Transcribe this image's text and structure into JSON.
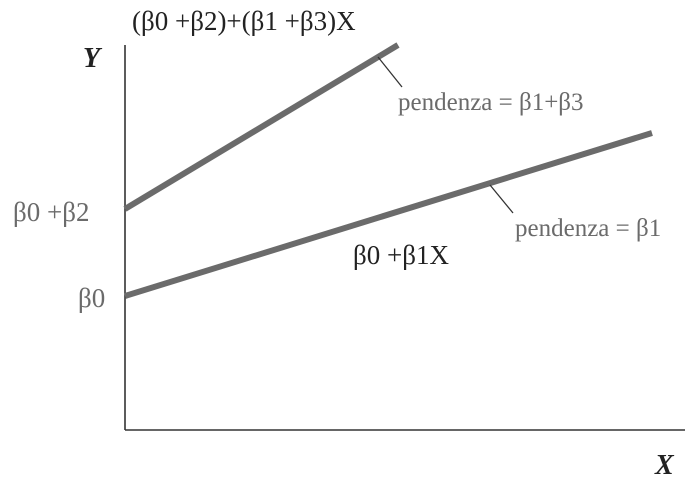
{
  "axes": {
    "y_label": "Y",
    "x_label": "X"
  },
  "lines": {
    "upper": {
      "equation": "(β0 +β2)+(β1 +β3)X",
      "slope_label": "pendenza = β1+β3",
      "intercept_label": "β0 +β2"
    },
    "lower": {
      "equation": "β0 +β1X",
      "slope_label": "pendenza = β1",
      "intercept_label": "β0"
    }
  },
  "colors": {
    "axis": "#333333",
    "line": "#6b6b6b",
    "label": "#222222",
    "slope_label": "#6b6b6b"
  }
}
